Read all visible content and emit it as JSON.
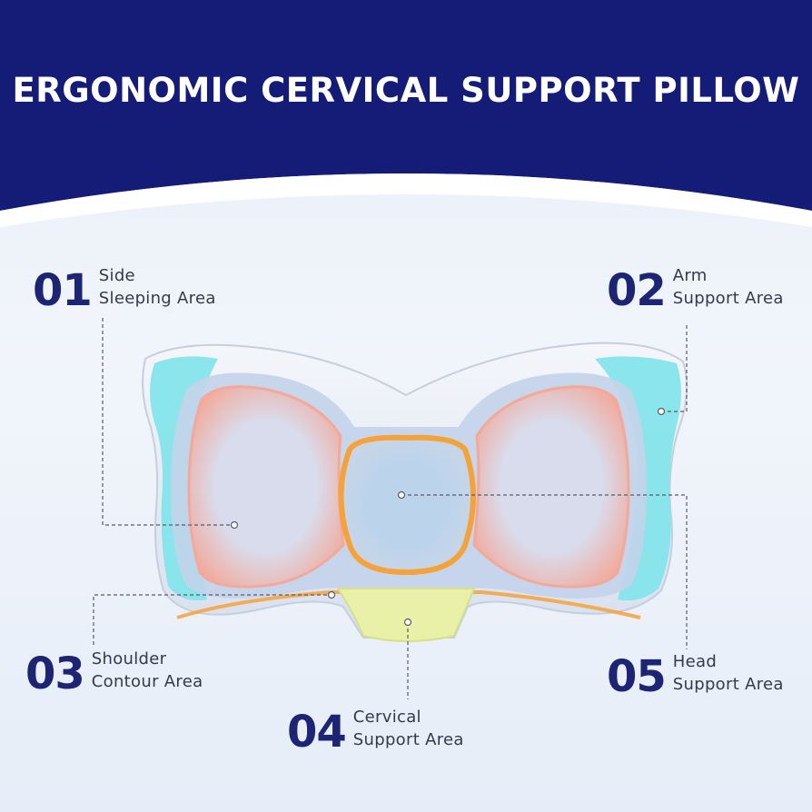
{
  "header": {
    "title": "ERGONOMIC CERVICAL SUPPORT PILLOW"
  },
  "colors": {
    "banner": "#141c78",
    "number": "#1c2473",
    "side_area": "#f2a99a",
    "cervical_area": "#f5a23a",
    "arm_area": "#7fe3ea",
    "neck_area": "#e9f0a8"
  },
  "callouts": [
    {
      "number": "01",
      "line1": "Side",
      "line2": "Sleeping Area"
    },
    {
      "number": "02",
      "line1": "Arm",
      "line2": "Support Area"
    },
    {
      "number": "03",
      "line1": "Shoulder",
      "line2": "Contour Area"
    },
    {
      "number": "04",
      "line1": "Cervical",
      "line2": "Support Area"
    },
    {
      "number": "05",
      "line1": "Head",
      "line2": "Support Area"
    }
  ]
}
